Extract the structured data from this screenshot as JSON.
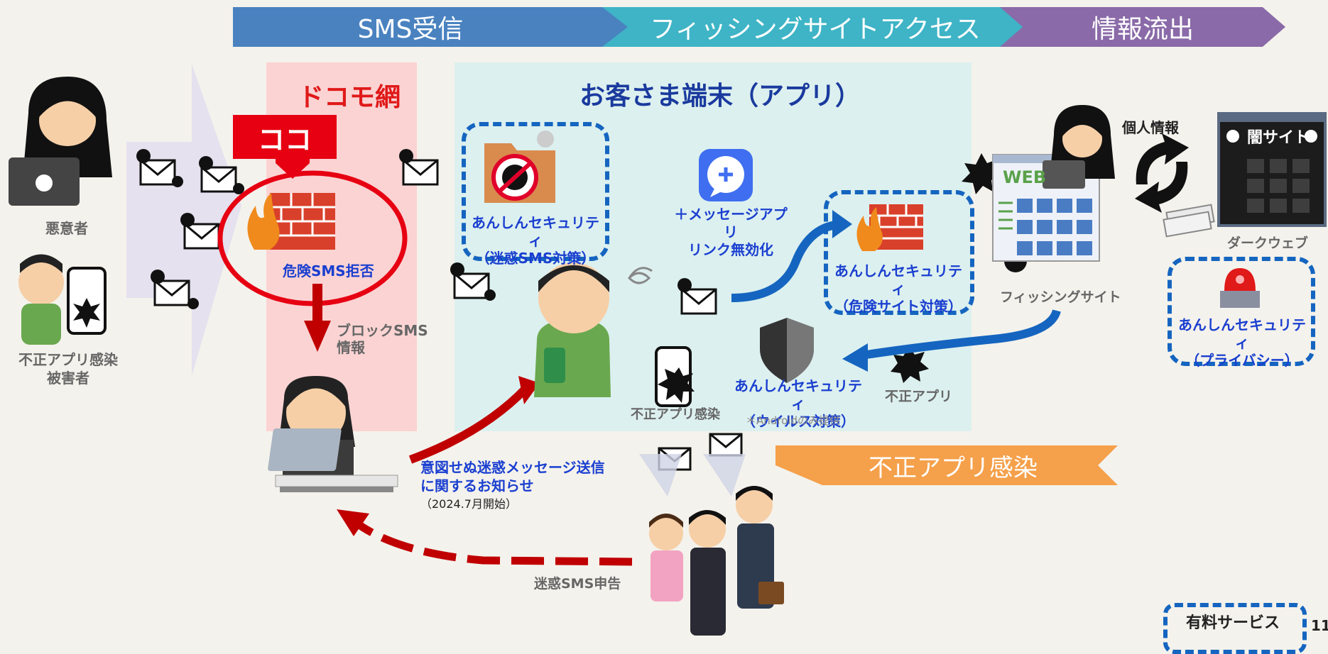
{
  "stages": {
    "sms": "SMS受信",
    "phishing": "フィッシングサイトアクセス",
    "leak": "情報流出"
  },
  "docomo_net": {
    "title": "ドコモ網",
    "here": "ココ",
    "reject_label": "危険SMS拒否",
    "block_label_1": "ブロックSMS",
    "block_label_2": "情報"
  },
  "device": {
    "title": "お客さま端末（アプリ）",
    "sms_security_1": "あんしんセキュリティ",
    "sms_security_2": "（迷惑SMS対策）",
    "message_app_1": "＋メッセージアプリ",
    "message_app_2": "リンク無効化",
    "site_security_1": "あんしんセキュリティ",
    "site_security_2": "（危険サイト対策）",
    "virus_security_1": "あんしんセキュリティ",
    "virus_security_2": "（ウイルス対策）",
    "android_note": "＊Androidのみ提供",
    "infected_label": "不正アプリ感染"
  },
  "left": {
    "attacker": "悪意者",
    "victim_1": "不正アプリ感染",
    "victim_2": "被害者"
  },
  "right": {
    "personal_info": "個人情報",
    "darkweb": "ダークウェブ",
    "darkweb_sign": "闇サイト",
    "phishing_site": "フィッシングサイト",
    "web_logo": "WEB",
    "malicious_app": "不正アプリ",
    "privacy_1": "あんしんセキュリティ",
    "privacy_2": "（プライバシー）"
  },
  "notice": {
    "line1": "意図せぬ迷惑メッセージ送信",
    "line2": "に関するお知らせ",
    "line3": "（2024.7月開始）"
  },
  "infection_banner": "不正アプリ感染",
  "report_label": "迷惑SMS申告",
  "paid_service": "有料サービス",
  "page_number": "11"
}
